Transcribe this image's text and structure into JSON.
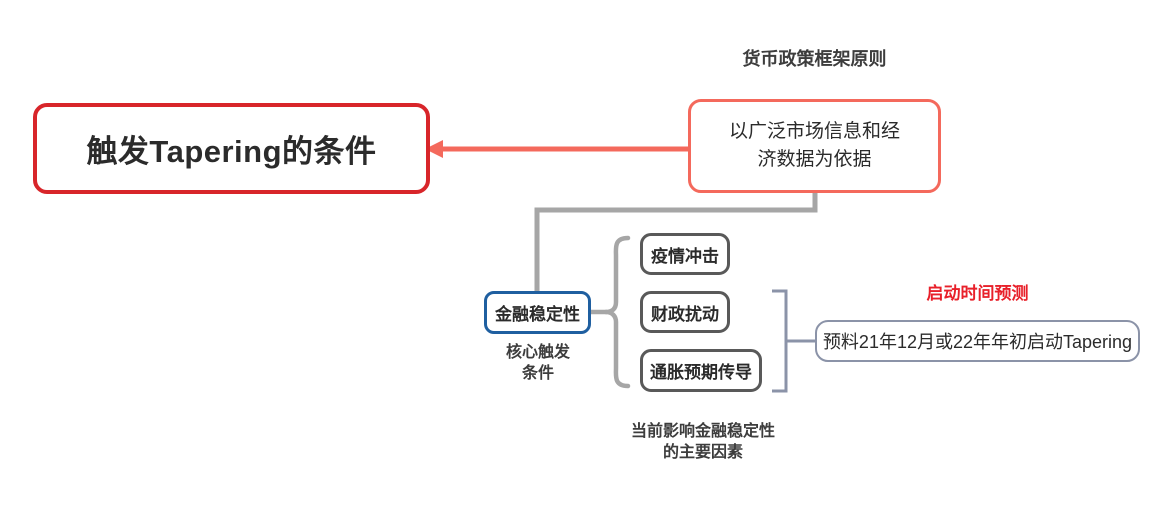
{
  "diagram": {
    "type": "mind-map",
    "title": "触发Tapering的条件",
    "root": {
      "label": "触发Tapering的条件",
      "border_color": "#d8252a"
    },
    "principle": {
      "caption": "货币政策框架原则",
      "label": "以广泛市场信息和经济数据为依据",
      "line1": "以广泛市场信息和经",
      "line2": "济数据为依据",
      "border_color": "#f4695c"
    },
    "core": {
      "label": "金融稳定性",
      "caption_line1": "核心触发",
      "caption_line2": "条件",
      "border_color": "#1f5fa0"
    },
    "factors": {
      "caption_line1": "当前影响金融稳定性",
      "caption_line2": "的主要因素",
      "border_color": "#595959",
      "items": [
        {
          "label": "疫情冲击"
        },
        {
          "label": "财政扰动"
        },
        {
          "label": "通胀预期传导"
        }
      ]
    },
    "forecast": {
      "caption": "启动时间预测",
      "caption_color": "#e8202a",
      "label": "预料21年12月或22年年初启动Tapering",
      "border_color": "#8b93a8"
    },
    "connectors": {
      "root_arrow_color": "#f4695c",
      "branch_color": "#a6a6a6",
      "brace_color": "#a6a6a6",
      "bracket_color": "#8b93a8"
    }
  }
}
